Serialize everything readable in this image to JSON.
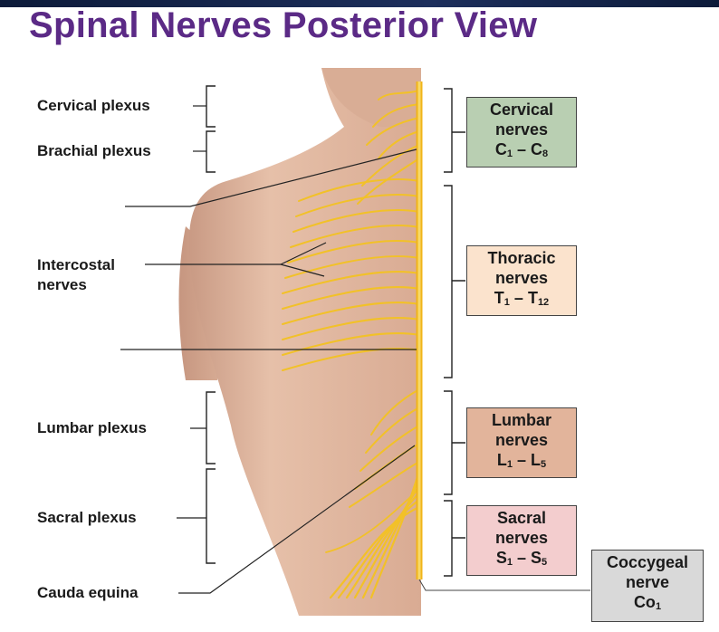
{
  "title": "Spinal Nerves Posterior View",
  "left_labels": {
    "cervical_plexus": "Cervical plexus",
    "brachial_plexus": "Brachial plexus",
    "intercostal_line1": "Intercostal",
    "intercostal_line2": "nerves",
    "lumbar_plexus": "Lumbar plexus",
    "sacral_plexus": "Sacral plexus",
    "cauda_equina": "Cauda equina"
  },
  "nerve_boxes": {
    "cervical": {
      "line1": "Cervical",
      "line2": "nerves",
      "range_from": "C",
      "from_sub": "1",
      "sep": " – ",
      "range_to": "C",
      "to_sub": "8",
      "color": "#b9cfb2"
    },
    "thoracic": {
      "line1": "Thoracic",
      "line2": "nerves",
      "range_from": "T",
      "from_sub": "1",
      "sep": " – ",
      "range_to": "T",
      "to_sub": "12",
      "color": "#fbe3cd"
    },
    "lumbar": {
      "line1": "Lumbar",
      "line2": "nerves",
      "range_from": "L",
      "from_sub": "1",
      "sep": " – ",
      "range_to": "L",
      "to_sub": "5",
      "color": "#e2b49b"
    },
    "sacral": {
      "line1": "Sacral",
      "line2": "nerves",
      "range_from": "S",
      "from_sub": "1",
      "sep": " – ",
      "range_to": "S",
      "to_sub": "5",
      "color": "#f3cdce"
    },
    "coccygeal": {
      "line1": "Coccygeal",
      "line2": "nerve",
      "range_from": "Co",
      "from_sub": "1",
      "color": "#d9d9d9"
    }
  },
  "colors": {
    "title": "#5b2a86",
    "skin": "#e3b9a2",
    "nerve": "#f2c128"
  }
}
